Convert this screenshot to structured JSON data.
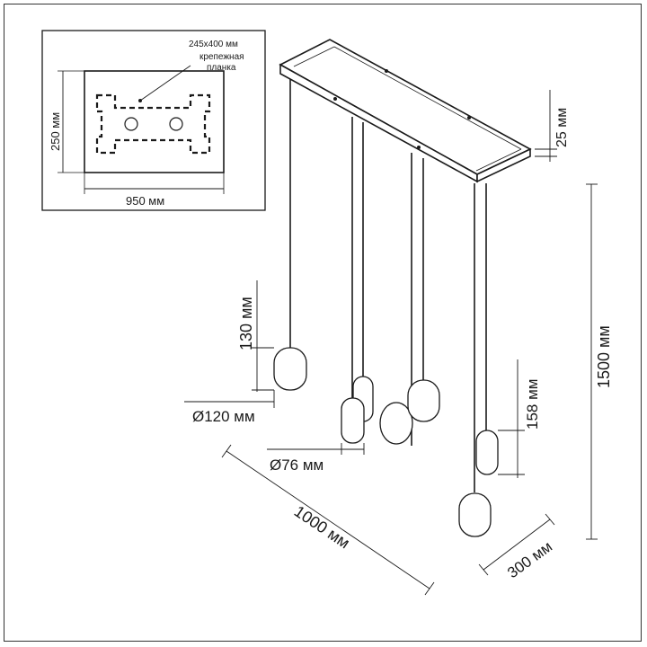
{
  "inset": {
    "bracket_label": "245х400 мм",
    "bracket_note_line1": "крепежная",
    "bracket_note_line2": "планка",
    "height_label": "250 мм",
    "width_label": "950 мм"
  },
  "dimensions": {
    "canopy_height": "25 мм",
    "total_height": "1500 мм",
    "large_shade_height": "130 мм",
    "large_shade_diameter": "Ø120 мм",
    "small_shade_diameter": "Ø76 мм",
    "small_shade_height": "158 мм",
    "length": "1000 мм",
    "depth": "300 мм"
  },
  "colors": {
    "line": "#1a1a1a",
    "shade_fill": "#ffffff",
    "frame": "#333333"
  }
}
